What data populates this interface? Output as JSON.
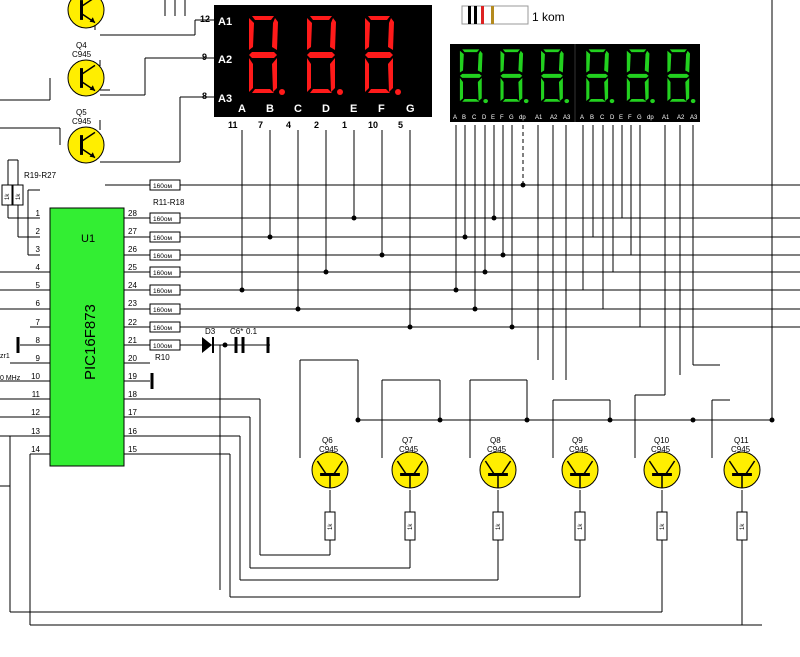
{
  "legend": {
    "resistor_label": "1 kom"
  },
  "red_display": {
    "anodes": [
      "A1",
      "A2",
      "A3"
    ],
    "anode_pins": [
      "12",
      "9",
      "8"
    ],
    "segments": [
      "A",
      "B",
      "C",
      "D",
      "E",
      "F",
      "G"
    ],
    "segment_pins": [
      "11",
      "7",
      "4",
      "2",
      "1",
      "10",
      "5"
    ]
  },
  "green_display": {
    "pin_labels": [
      "A",
      "B",
      "C",
      "D",
      "E",
      "F",
      "G",
      "dp",
      "A1",
      "A2",
      "A3",
      "A",
      "B",
      "C",
      "D",
      "E",
      "F",
      "G",
      "dp",
      "A1",
      "A2",
      "A3"
    ]
  },
  "mcu": {
    "ref": "U1",
    "part": "PIC16F873",
    "left_pins": [
      "1",
      "2",
      "3",
      "4",
      "5",
      "6",
      "7",
      "8",
      "9",
      "10",
      "11",
      "12",
      "13",
      "14"
    ],
    "right_pins": [
      "28",
      "27",
      "26",
      "25",
      "24",
      "23",
      "22",
      "21",
      "20",
      "19",
      "18",
      "17",
      "16",
      "15"
    ]
  },
  "resistors": {
    "series_values": [
      "160ом",
      "160ом",
      "160ом",
      "160ом",
      "160ом",
      "160ом",
      "160ом",
      "160ом",
      "100ом"
    ],
    "group_label": "R11-R18",
    "r10_label": "R10",
    "left_group_label": "R19-R27",
    "left_values": [
      "1k",
      "1k"
    ],
    "base_values": [
      "1k",
      "1k",
      "1k",
      "1k",
      "1k",
      "1k"
    ]
  },
  "transistors_left": [
    {
      "ref": "Q4",
      "type": "C945"
    },
    {
      "ref": "Q5",
      "type": "C945"
    }
  ],
  "transistors_bottom": [
    {
      "ref": "Q6",
      "type": "C945"
    },
    {
      "ref": "Q7",
      "type": "C945"
    },
    {
      "ref": "Q8",
      "type": "C945"
    },
    {
      "ref": "Q9",
      "type": "C945"
    },
    {
      "ref": "Q10",
      "type": "C945"
    },
    {
      "ref": "Q11",
      "type": "C945"
    }
  ],
  "misc": {
    "diode": "D3",
    "capacitor": "C6*",
    "cap_value": "0.1",
    "crystal_frag": "zr1",
    "crystal_freq": "0 MHz"
  },
  "colors": {
    "red_segment": "#ff1a1a",
    "green_segment": "#22d11f",
    "display_body": "#000000",
    "mcu_fill": "#33ee33",
    "transistor_fill": "#ffee00"
  }
}
